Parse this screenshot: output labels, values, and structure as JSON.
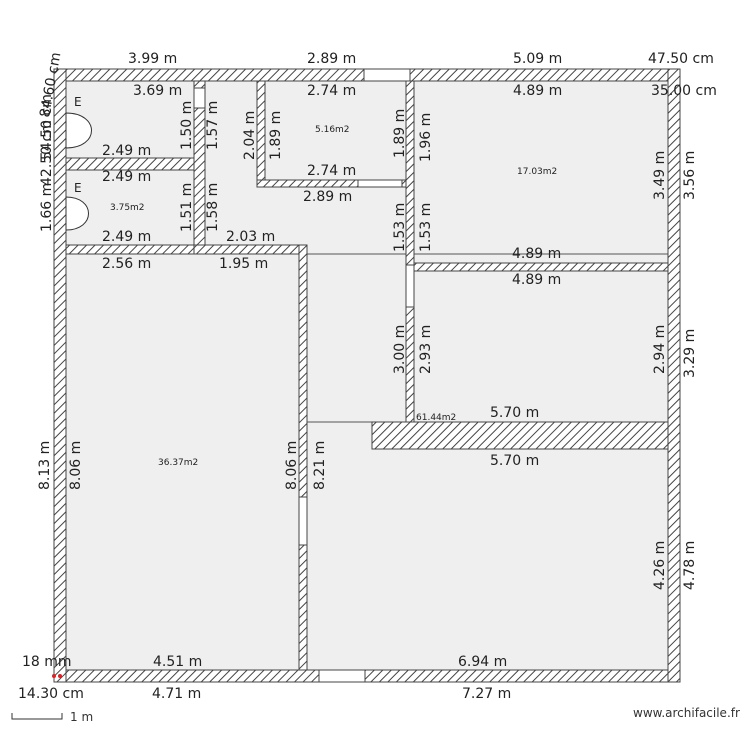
{
  "areas": {
    "bathroom_small": "5.16m2",
    "wc": "3.75m2",
    "bedroom_top_right": "17.03m2",
    "living_main": "36.37m2",
    "total": "61.44m2"
  },
  "wc_labels": {
    "upper": "E",
    "lower": "E"
  },
  "dimensions": {
    "top_outer_1": "3.99 m",
    "top_outer_2": "2.89 m",
    "top_outer_3": "5.09 m",
    "top_outer_4": "47.50 cm",
    "top_inner_1": "3.69 m",
    "top_inner_2": "2.74 m",
    "top_inner_3": "4.89 m",
    "top_inner_4": "35.00 cm",
    "left_top_1": "84.60 cm",
    "left_top_2": "54.50 cm",
    "left_top_3": "42.50 cm",
    "left_top_4": "1.66 m",
    "wc1_bottom": "2.49 m",
    "wc2_top": "2.49 m",
    "wc2_bottom": "2.49 m",
    "wc1_v_a": "1.50 m",
    "wc1_v_b": "1.57 m",
    "wc2_v_a": "1.51 m",
    "wc2_v_b": "1.58 m",
    "bath_left_a": "2.04 m",
    "bath_left_b": "1.89 m",
    "bath_right_a": "1.89 m",
    "bath_right_b": "1.96 m",
    "bath_bottom_in": "2.74 m",
    "bath_bottom_out": "2.89 m",
    "corr_a": "1.53 m",
    "corr_b": "1.53 m",
    "corr_top": "2.03 m",
    "living_top_a": "2.56 m",
    "living_top_b": "1.95 m",
    "bed1_right_a": "3.49 m",
    "bed1_right_b": "3.56 m",
    "bed1_bottom": "4.89 m",
    "bed2_top": "4.89 m",
    "mid_left_a": "3.00 m",
    "mid_left_b": "2.93 m",
    "bed2_right_a": "2.94 m",
    "bed2_right_b": "3.29 m",
    "beam_top": "5.70 m",
    "beam_bottom": "5.70 m",
    "left_long_a": "8.13 m",
    "left_long_b": "8.06 m",
    "divider_a": "8.06 m",
    "divider_b": "8.21 m",
    "right_long_a": "4.26 m",
    "right_long_b": "4.78 m",
    "bottom_in_1": "4.51 m",
    "bottom_in_2": "6.94 m",
    "bottom_out_1": "4.71 m",
    "bottom_out_2": "7.27 m",
    "corner_a": "18 mm",
    "corner_b": "14.30 cm"
  },
  "scale_label": "1 m",
  "credit": "www.archifacile.fr"
}
